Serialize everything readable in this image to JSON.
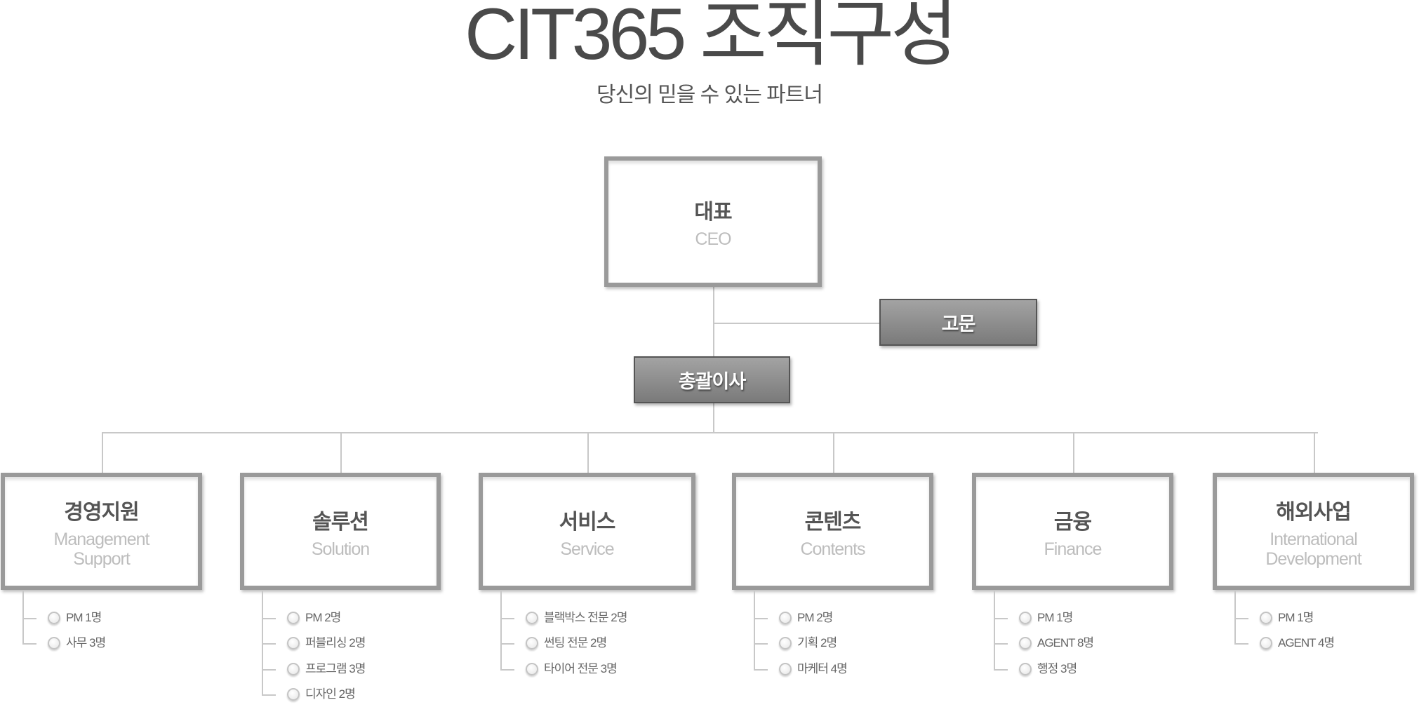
{
  "header": {
    "title": "CIT365 조직구성",
    "subtitle": "당신의 믿을 수 있는 파트너"
  },
  "ceo": {
    "ko": "대표",
    "en": "CEO"
  },
  "advisor": {
    "label": "고문"
  },
  "director": {
    "label": "총괄이사"
  },
  "departments": [
    {
      "ko": "경영지원",
      "en": [
        "Management",
        "Support"
      ],
      "items": [
        "PM 1명",
        "사무 3명"
      ]
    },
    {
      "ko": "솔루션",
      "en": [
        "Solution"
      ],
      "items": [
        "PM 2명",
        "퍼블리싱 2명",
        "프로그램 3명",
        "디자인 2명"
      ]
    },
    {
      "ko": "서비스",
      "en": [
        "Service"
      ],
      "items": [
        "블랙박스 전문 2명",
        "썬팅 전문 2명",
        "타이어 전문 3명"
      ]
    },
    {
      "ko": "콘텐츠",
      "en": [
        "Contents"
      ],
      "items": [
        "PM 2명",
        "기획 2명",
        "마케터 4명"
      ]
    },
    {
      "ko": "금융",
      "en": [
        "Finance"
      ],
      "items": [
        "PM 1명",
        "AGENT 8명",
        "행정 3명"
      ]
    },
    {
      "ko": "해외사업",
      "en": [
        "International",
        "Development"
      ],
      "items": [
        "PM 1명",
        "AGENT 4명"
      ]
    }
  ]
}
